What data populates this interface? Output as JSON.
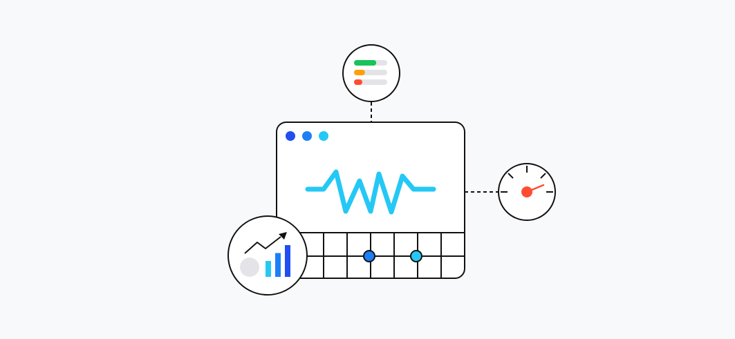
{
  "illustration": {
    "colors": {
      "background": "#f8f9fb",
      "stroke": "#111111",
      "panel_fill": "#ffffff",
      "dot_blue_dark": "#1f4ff0",
      "dot_blue": "#1d7ff5",
      "dot_cyan": "#25c8f5",
      "waveform": "#25c8f5",
      "bar_green": "#18c35a",
      "bar_orange": "#ff9f0a",
      "bar_red": "#ff4d30",
      "bar_track": "#e4e4e8",
      "gauge_needle": "#ff4d30",
      "chart_bar_light": "#25c8f5",
      "chart_bar_mid": "#1d7ff5",
      "chart_bar_dark": "#1f4ff0",
      "chart_circle": "#e4e4e8"
    },
    "window": {
      "icon": "monitoring-window-icon",
      "traffic_dots": [
        "window-dot-blue-dark",
        "window-dot-blue",
        "window-dot-cyan"
      ],
      "waveform_icon": "heartbeat-waveform-icon",
      "grid_markers": [
        "grid-marker-blue",
        "grid-marker-cyan"
      ]
    },
    "status_bars_badge": {
      "icon": "status-bars-icon",
      "levels": [
        0.67,
        0.33,
        0.25
      ]
    },
    "gauge_badge": {
      "icon": "speedometer-gauge-icon"
    },
    "growth_chart_badge": {
      "icon": "growth-chart-icon",
      "bar_levels": [
        0.5,
        0.75,
        1.0
      ]
    }
  }
}
